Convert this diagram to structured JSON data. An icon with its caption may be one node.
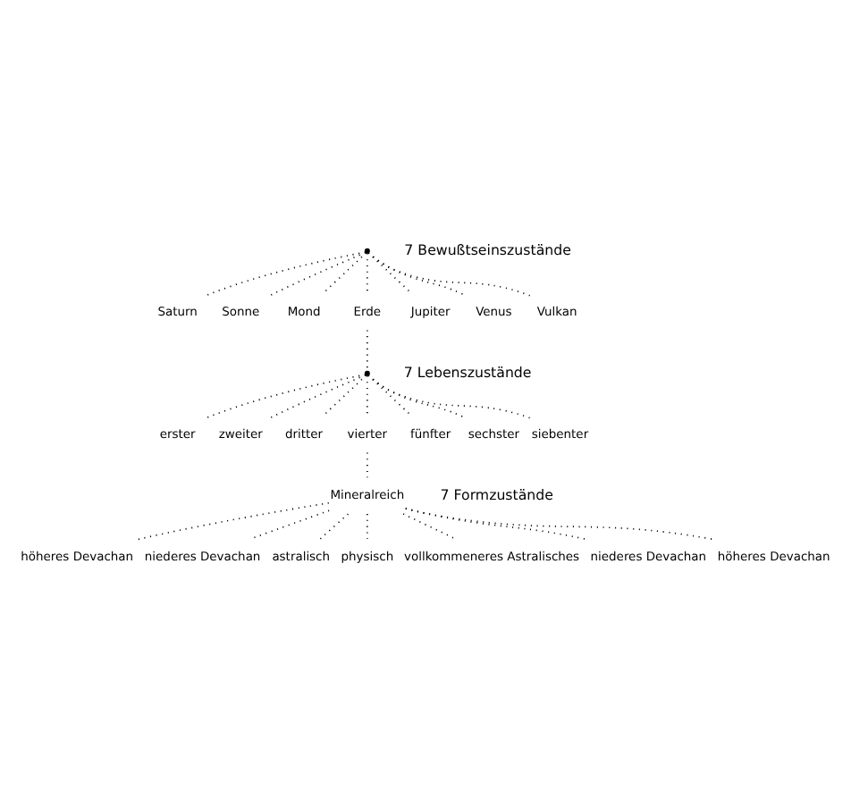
{
  "diagram": {
    "nodes": [
      {
        "text": [],
        "shape": "dot"
      },
      {
        "text": [
          "Saturn"
        ]
      },
      {
        "text": [
          "Sonne"
        ]
      },
      {
        "text": [
          "Mond"
        ]
      },
      {
        "text": [
          "Erde"
        ]
      },
      {
        "text": [
          "Jupiter"
        ]
      },
      {
        "text": [
          "Venus"
        ]
      },
      {
        "text": [
          "Vulkan"
        ]
      },
      {
        "text": [],
        "shape": "dot"
      },
      {
        "text": [
          "erster"
        ]
      },
      {
        "text": [
          "zweiter"
        ]
      },
      {
        "text": [
          "dritter"
        ]
      },
      {
        "text": [
          "vierter"
        ]
      },
      {
        "text": [
          "fünfter"
        ]
      },
      {
        "text": [
          "sechster"
        ]
      },
      {
        "text": [
          "siebenter"
        ]
      },
      {
        "text": [
          "Mineralreich"
        ]
      },
      {
        "text": [
          "höheres Devachan"
        ]
      },
      {
        "text": [
          "niederes Devachan"
        ]
      },
      {
        "text": [
          "astralisch"
        ]
      },
      {
        "text": [
          "physisch"
        ]
      },
      {
        "text": [
          "vollkommeneres Astralisches"
        ]
      },
      {
        "text": [
          "niederes Devachan"
        ]
      },
      {
        "text": [
          "höheres Devachan"
        ]
      }
    ],
    "edges": [
      {
        "from": 0,
        "to": 1,
        "arrow": "none"
      },
      {
        "from": 0,
        "to": 2,
        "arrow": "none"
      },
      {
        "from": 0,
        "to": 3,
        "arrow": "none"
      },
      {
        "from": 0,
        "to": 4,
        "arrow": "none"
      },
      {
        "from": 0,
        "to": 5,
        "arrow": "none"
      },
      {
        "from": 0,
        "to": 6,
        "arrow": "none"
      },
      {
        "from": 0,
        "to": 7,
        "arrow": "none"
      },
      {
        "from": 4,
        "to": 8,
        "arrow": "none"
      },
      {
        "from": 8,
        "to": 9,
        "arrow": "none"
      },
      {
        "from": 8,
        "to": 10,
        "arrow": "none"
      },
      {
        "from": 8,
        "to": 11,
        "arrow": "none"
      },
      {
        "from": 8,
        "to": 12,
        "arrow": "none"
      },
      {
        "from": 8,
        "to": 13,
        "arrow": "none"
      },
      {
        "from": 8,
        "to": 14,
        "arrow": "none"
      },
      {
        "from": 8,
        "to": 15,
        "arrow": "none"
      },
      {
        "from": 12,
        "to": 16,
        "arrow": "none"
      },
      {
        "from": 16,
        "to": 17,
        "arrow": "none"
      },
      {
        "from": 16,
        "to": 18,
        "arrow": "none"
      },
      {
        "from": 16,
        "to": 19,
        "arrow": "none"
      },
      {
        "from": 16,
        "to": 20,
        "arrow": "none"
      },
      {
        "from": 16,
        "to": 21,
        "arrow": "none"
      },
      {
        "from": 16,
        "to": 22,
        "arrow": "none"
      },
      {
        "from": 16,
        "to": 23,
        "arrow": "none"
      }
    ],
    "labels": [
      "7 Bewußtseinszustände",
      "7 Lebenszustände",
      "7 Formzustände"
    ]
  }
}
